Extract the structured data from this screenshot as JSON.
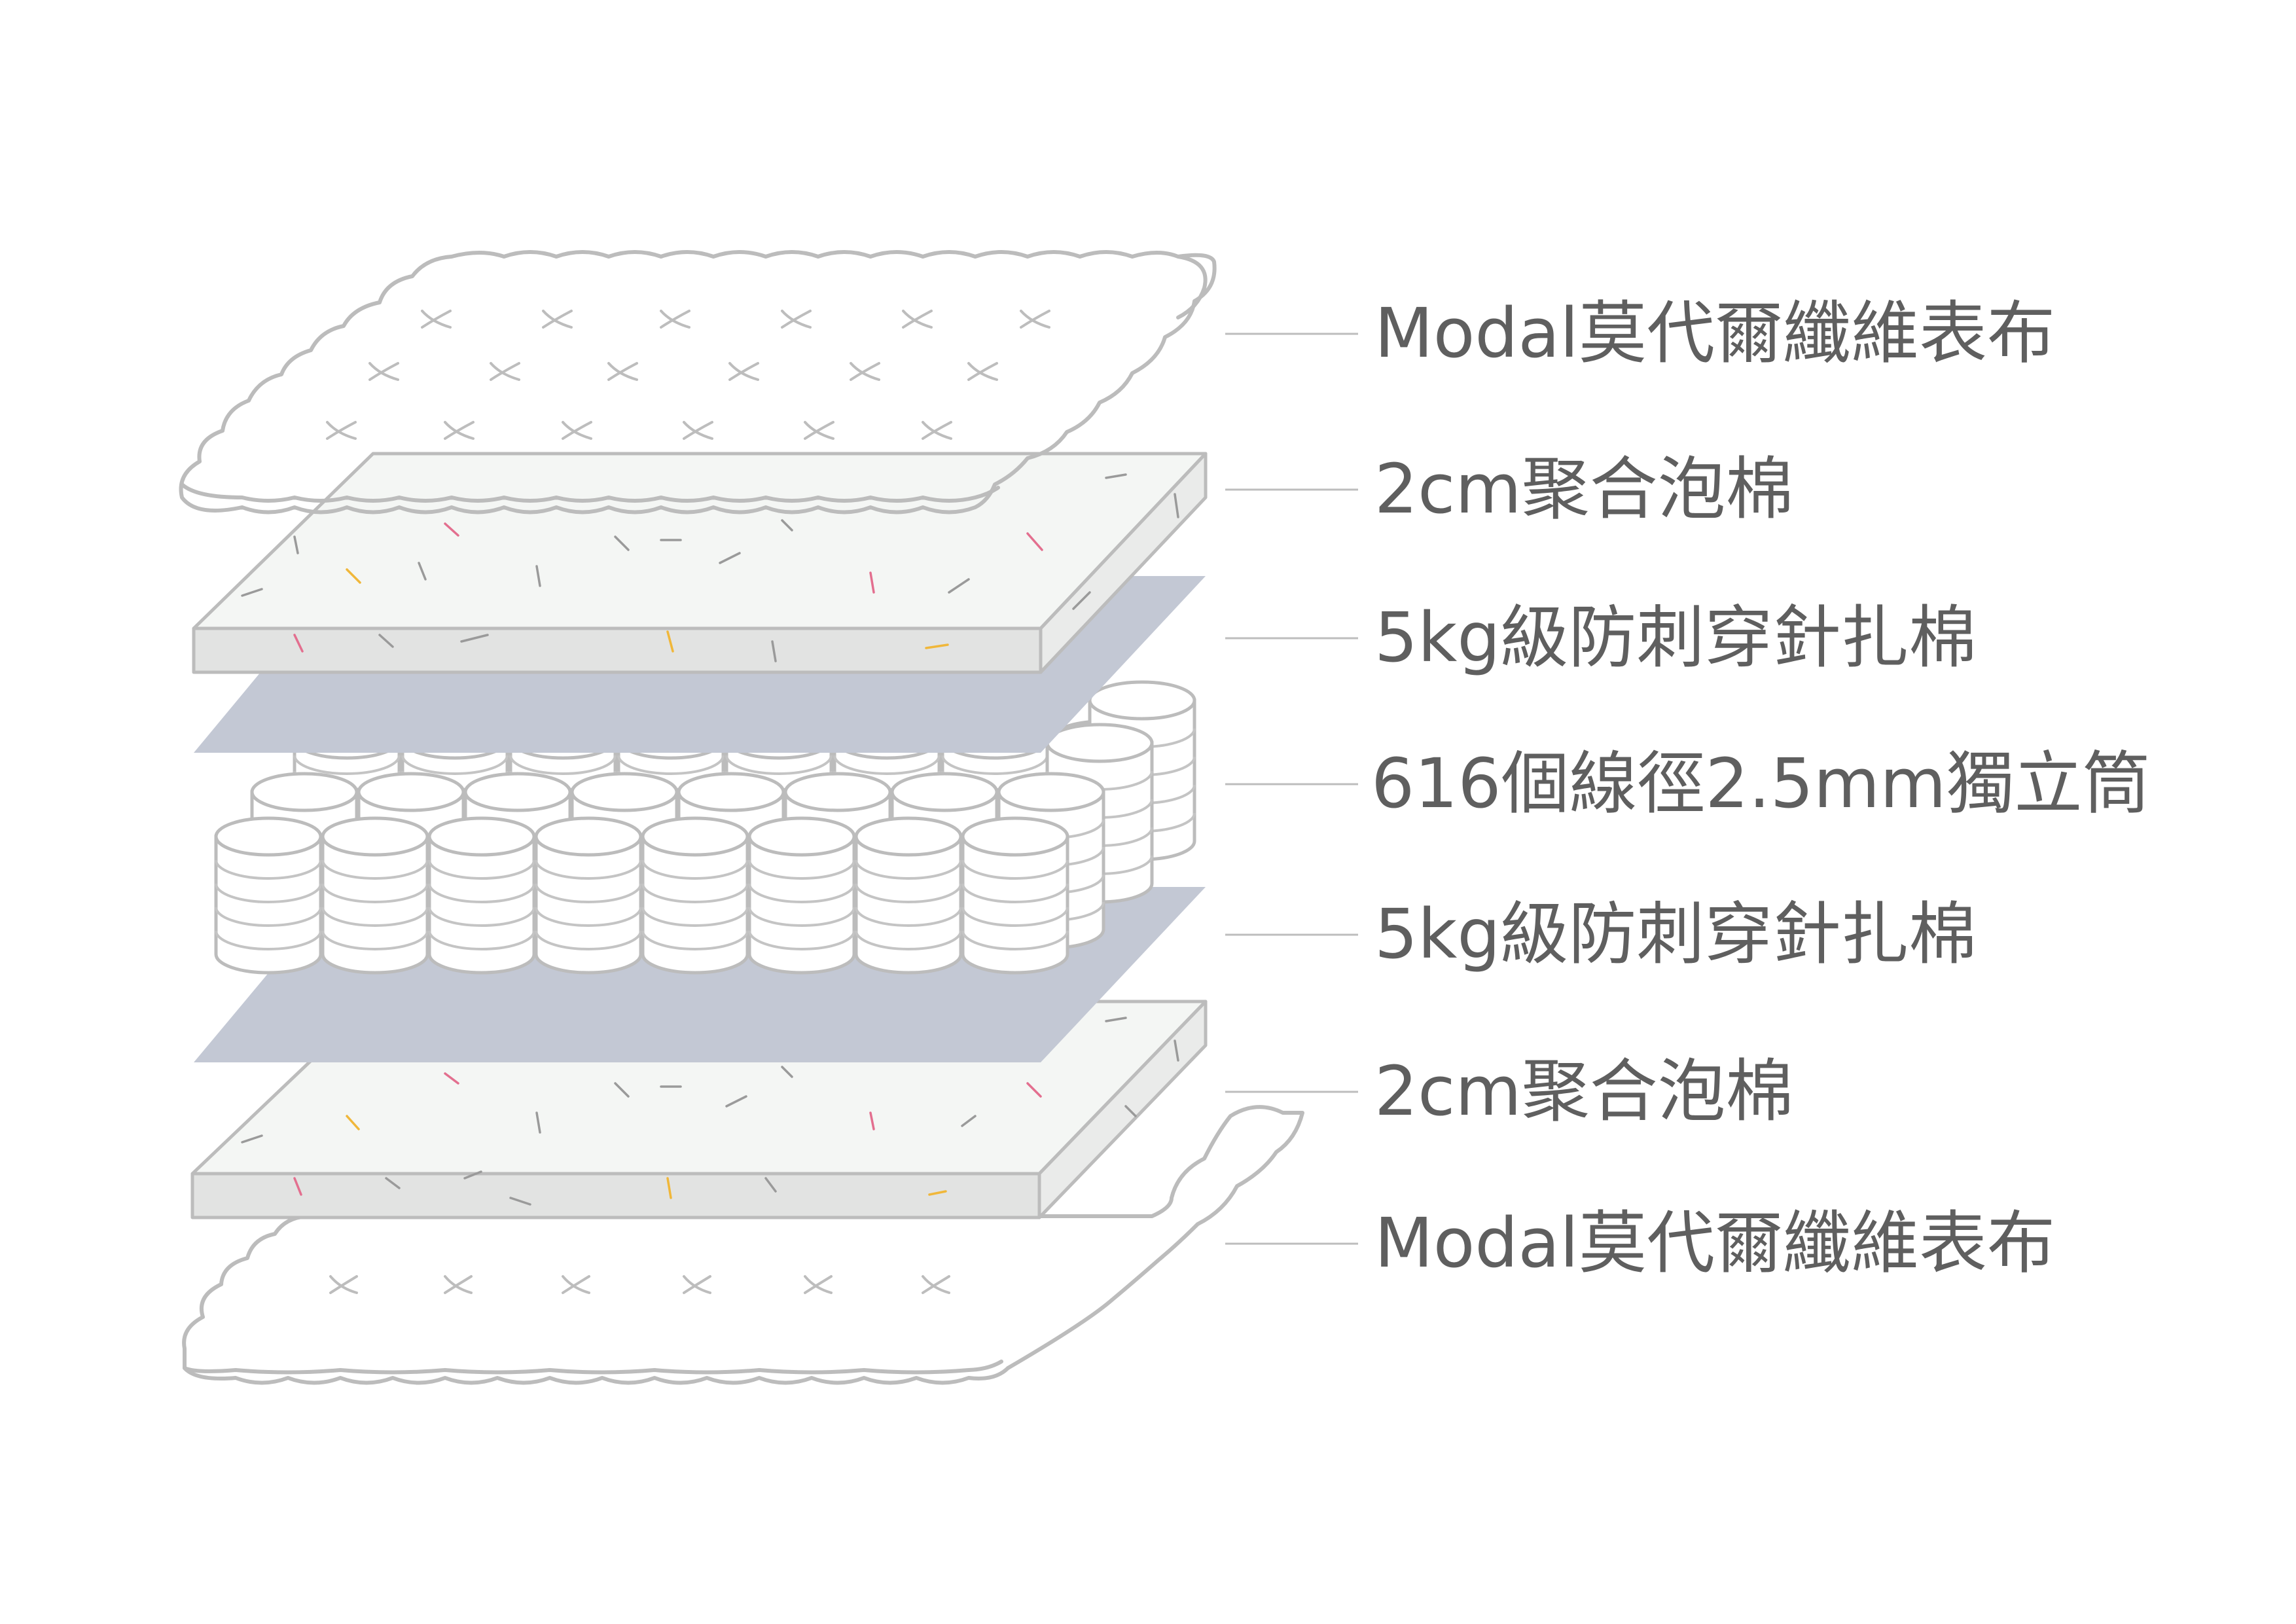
{
  "colors": {
    "label_text": "#5f5f5f",
    "outline": "#bcbcbc",
    "fabric_fill": "#ffffff",
    "foam_top": "#f4f6f4",
    "foam_front": "#e2e3e2",
    "felt_pad": "#c3c8d4",
    "spring_fill": "#ffffff",
    "fiber_colors": [
      "#e36f8f",
      "#f0b73a",
      "#9a9a9a"
    ]
  },
  "icons": {
    "top_fabric": "quilted-fabric-icon",
    "foam": "foam-slab-icon",
    "felt": "felt-pad-icon",
    "springs": "pocket-spring-icon"
  },
  "layers": [
    {
      "id": "top-fabric",
      "label": "Modal莫代爾纖維表布"
    },
    {
      "id": "top-foam",
      "label": "2cm聚合泡棉"
    },
    {
      "id": "top-felt",
      "label": "5kg級防刺穿針扎棉"
    },
    {
      "id": "springs",
      "label": "616個線徑2.5mm獨立筒"
    },
    {
      "id": "bottom-felt",
      "label": "5kg級防刺穿針扎棉"
    },
    {
      "id": "bottom-foam",
      "label": "2cm聚合泡棉"
    },
    {
      "id": "bottom-fabric",
      "label": "Modal莫代爾纖維表布"
    }
  ]
}
